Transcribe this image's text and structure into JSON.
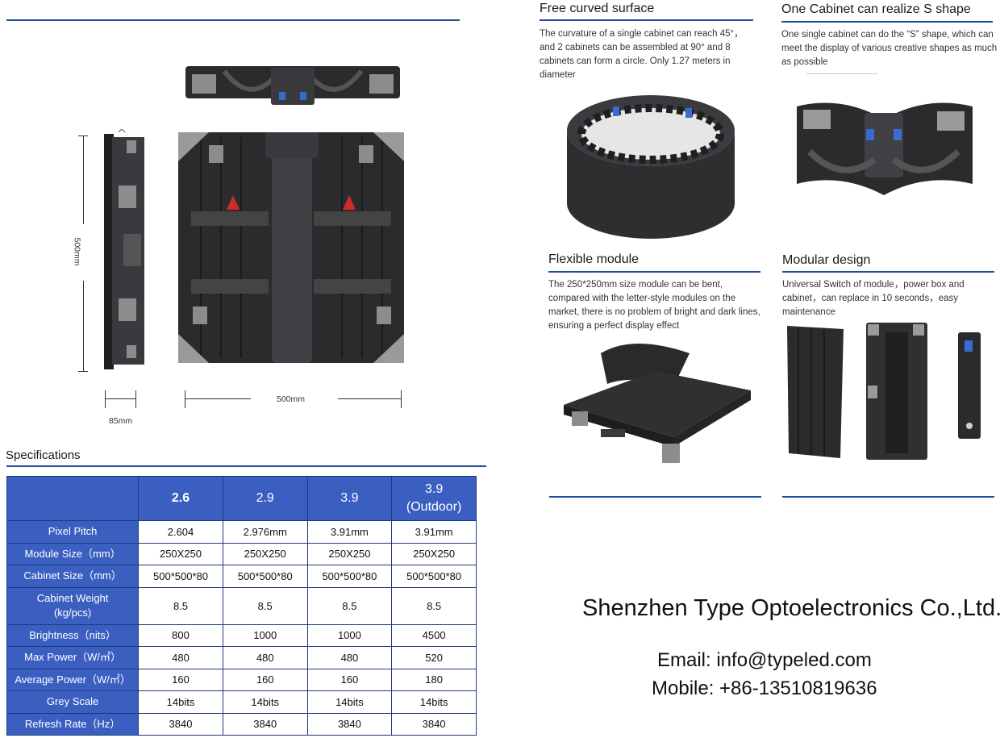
{
  "dimensions": {
    "height_label": "500mm",
    "width_label": "500mm",
    "depth_label": "85mm"
  },
  "specifications": {
    "title": "Specifications",
    "columns": [
      "2.6",
      "2.9",
      "3.9",
      "3.9\n(Outdoor)"
    ],
    "rows": [
      {
        "label": "Pixel Pitch",
        "values": [
          "2.604",
          "2.976mm",
          "3.91mm",
          "3.91mm"
        ]
      },
      {
        "label": "Module Size（mm）",
        "values": [
          "250X250",
          "250X250",
          "250X250",
          "250X250"
        ]
      },
      {
        "label": "Cabinet Size（mm）",
        "values": [
          "500*500*80",
          "500*500*80",
          "500*500*80",
          "500*500*80"
        ]
      },
      {
        "label": "Cabinet Weight\n(kg/pcs)",
        "values": [
          "8.5",
          "8.5",
          "8.5",
          "8.5"
        ]
      },
      {
        "label": "Brightness（nits）",
        "values": [
          "800",
          "1000",
          "1000",
          "4500"
        ]
      },
      {
        "label": "Max Power（W/㎡）",
        "values": [
          "480",
          "480",
          "480",
          "520"
        ]
      },
      {
        "label": "Average Power（W/㎡）",
        "values": [
          "160",
          "160",
          "160",
          "180"
        ]
      },
      {
        "label": "Grey Scale",
        "values": [
          "14bits",
          "14bits",
          "14bits",
          "14bits"
        ]
      },
      {
        "label": "Refresh Rate（Hz）",
        "values": [
          "3840",
          "3840",
          "3840",
          "3840"
        ]
      }
    ]
  },
  "features": {
    "curved": {
      "title": "Free curved surface",
      "body": "The curvature of a single cabinet can reach 45°，and 2 cabinets can be assembled at 90°  and 8 cabinets can form a circle. Only 1.27 meters in diameter"
    },
    "s_shape": {
      "title": "One Cabinet can realize S shape",
      "body": "One single cabinet can do the “S” shape, which can meet the display of various creative shapes as much as possible"
    },
    "flexible": {
      "title": "Flexible module",
      "body": "The 250*250mm size module can be bent, compared with the letter-style modules on the market, there is no problem of bright and dark lines, ensuring a perfect display effect"
    },
    "modular": {
      "title": "Modular design",
      "body": "Universal Switch of module，power box and cabinet，can replace in 10 seconds，easy maintenance"
    }
  },
  "company": {
    "name": "Shenzhen Type Optoelectronics Co.,Ltd.",
    "email": "Email:  info@typeled.com",
    "mobile": "Mobile: +86-13510819636"
  },
  "colors": {
    "accent_blue": "#1f4e9c",
    "table_header": "#3b5fc0",
    "cabinet_dark": "#2b2b2e"
  }
}
